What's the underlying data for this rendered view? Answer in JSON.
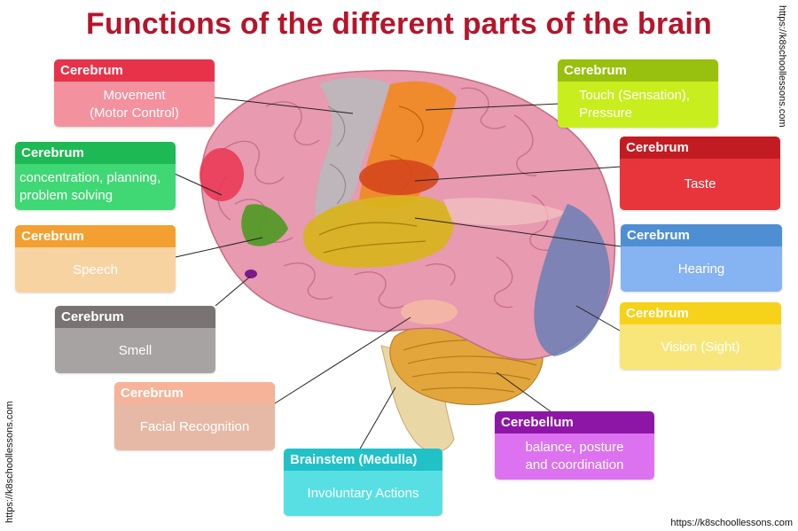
{
  "title": "Functions of the different parts of the brain",
  "watermark": "https://k8schoollessons.com",
  "labels": [
    {
      "id": "movement",
      "heading": "Cerebrum",
      "text": "Movement\n(Motor Control)",
      "header_color": "#e8324a",
      "body_color": "#f4919f"
    },
    {
      "id": "concentration",
      "heading": "Cerebrum",
      "text": "concentration, planning,\nproblem solving",
      "header_color": "#1db954",
      "body_color": "#3fd874"
    },
    {
      "id": "speech",
      "heading": "Cerebrum",
      "text": "Speech",
      "header_color": "#f3a030",
      "body_color": "#f8d3a2"
    },
    {
      "id": "smell",
      "heading": "Cerebrum",
      "text": "Smell",
      "header_color": "#7a7373",
      "body_color": "#a7a3a3"
    },
    {
      "id": "facial",
      "heading": "Cerebrum",
      "text": "Facial Recognition",
      "header_color": "#f6b399",
      "body_color": "#e6b9a6"
    },
    {
      "id": "brainstem",
      "heading": "Brainstem (Medulla)",
      "text": "Involuntary Actions",
      "header_color": "#20c2c8",
      "body_color": "#58dfe4"
    },
    {
      "id": "cerebellum",
      "heading": "Cerebellum",
      "text": "balance, posture\nand coordination",
      "header_color": "#8e16a6",
      "body_color": "#dc72f0"
    },
    {
      "id": "vision",
      "heading": "Cerebrum",
      "text": "Vision (Sight)",
      "header_color": "#f6d21a",
      "body_color": "#f9e67a"
    },
    {
      "id": "hearing",
      "heading": "Cerebrum",
      "text": "Hearing",
      "header_color": "#4e8fd4",
      "body_color": "#86b3f2"
    },
    {
      "id": "taste",
      "heading": "Cerebrum",
      "text": "Taste",
      "header_color": "#c21c22",
      "body_color": "#e8353b"
    },
    {
      "id": "touch",
      "heading": "Cerebrum",
      "text": "Touch (Sensation),\nPressure",
      "header_color": "#98c00e",
      "body_color": "#c9ee1e"
    }
  ]
}
